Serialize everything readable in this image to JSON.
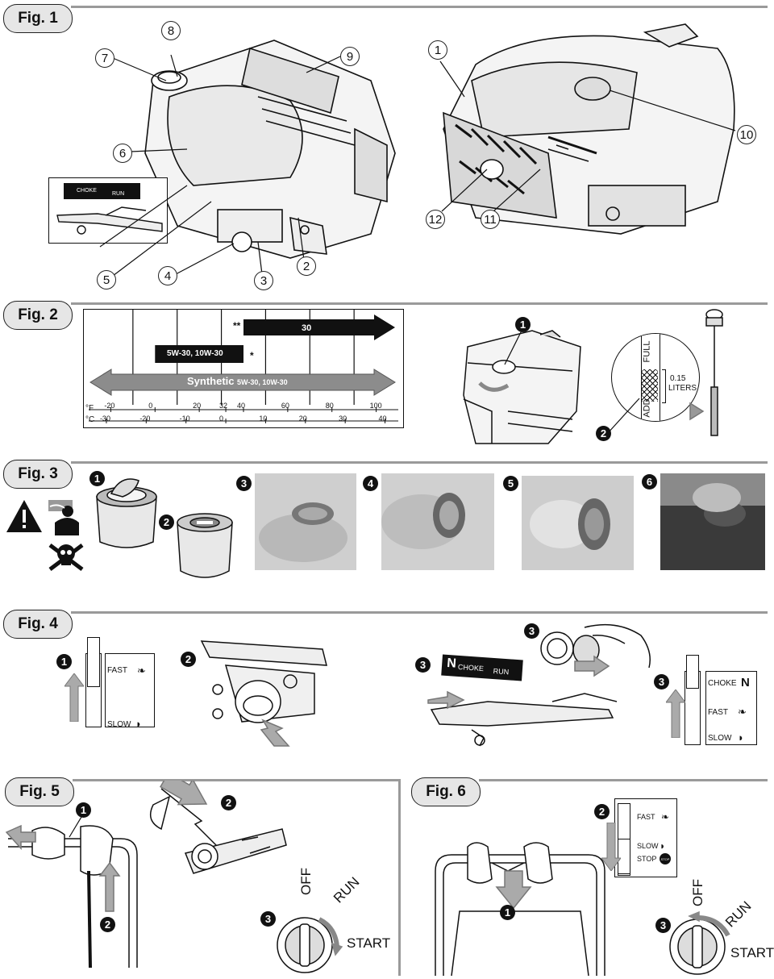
{
  "figures": {
    "fig1": "Fig. 1",
    "fig2": "Fig. 2",
    "fig3": "Fig. 3",
    "fig4": "Fig. 4",
    "fig5": "Fig. 5",
    "fig6": "Fig. 6"
  },
  "fig1": {
    "callouts": [
      "1",
      "2",
      "3",
      "4",
      "5",
      "6",
      "7",
      "8",
      "9",
      "10",
      "11",
      "12"
    ],
    "inset_choke": "CHOKE",
    "inset_run": "RUN"
  },
  "fig2": {
    "bar_30": "30",
    "bar_5w": "5W-30,  10W-30",
    "bar_synthetic": "Synthetic",
    "bar_synthetic_grades": "5W-30,  10W-30",
    "note_double": "**",
    "note_single": "*",
    "unit_f": "°F",
    "unit_c": "°C",
    "ticks_f": [
      "-20",
      "0",
      "20",
      "32",
      "40",
      "60",
      "80",
      "100"
    ],
    "ticks_c": [
      "-30",
      "-20",
      "-10",
      "0",
      "10",
      "20",
      "30",
      "40"
    ],
    "dipstick_full": "FULL",
    "dipstick_add": "ADD",
    "dipstick_liters": "0.15",
    "dipstick_liters_unit": "LITERS",
    "bullets": [
      "1",
      "2"
    ]
  },
  "fig3": {
    "bullets": [
      "1",
      "2",
      "3",
      "4",
      "5",
      "6"
    ]
  },
  "fig4": {
    "fast": "FAST",
    "slow": "SLOW",
    "choke": "CHOKE",
    "run": "RUN",
    "bullets": [
      "1",
      "2",
      "3",
      "3",
      "3"
    ]
  },
  "fig5": {
    "off": "OFF",
    "run": "RUN",
    "start": "START",
    "bullets": [
      "1",
      "2",
      "2",
      "3"
    ]
  },
  "fig6": {
    "fast": "FAST",
    "slow": "SLOW",
    "stop": "STOP",
    "stop_badge": "STOP",
    "off": "OFF",
    "run": "RUN",
    "start": "START",
    "bullets": [
      "1",
      "2",
      "3"
    ]
  },
  "chart_data": {
    "type": "bar",
    "title": "",
    "xlabel": "°F / °C",
    "ylabel": "",
    "x_ticks_f": [
      -20,
      0,
      20,
      32,
      40,
      60,
      80,
      100
    ],
    "x_ticks_c": [
      -30,
      -20,
      -10,
      0,
      10,
      20,
      30,
      40
    ],
    "series": [
      {
        "name": "30",
        "range_f": [
          40,
          110
        ],
        "note": "**"
      },
      {
        "name": "5W-30,  10W-30",
        "range_f": [
          0,
          40
        ],
        "note": "*"
      },
      {
        "name": "Synthetic 5W-30,  10W-30",
        "range_f": [
          -30,
          110
        ]
      }
    ]
  }
}
